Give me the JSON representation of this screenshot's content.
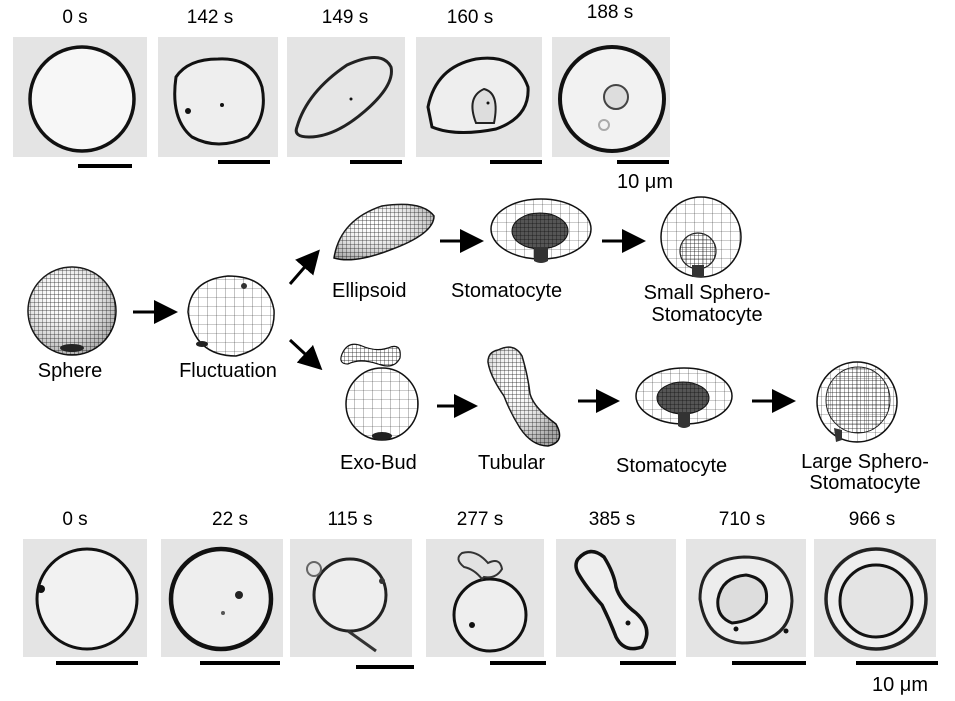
{
  "top_series": {
    "times": [
      "0 s",
      "142 s",
      "149 s",
      "160 s",
      "188 s"
    ],
    "scale_label": "10 μm"
  },
  "bottom_series": {
    "times": [
      "0 s",
      "22 s",
      "115 s",
      "277 s",
      "385 s",
      "710 s",
      "966 s"
    ],
    "scale_label": "10 μm"
  },
  "models": {
    "sphere": "Sphere",
    "fluctuation": "Fluctuation",
    "ellipsoid": "Ellipsoid",
    "stomatocyte_top": "Stomatocyte",
    "small_sphero": "Small Sphero-\nStomatocyte",
    "exo_bud": "Exo-Bud",
    "tubular": "Tubular",
    "stomatocyte_bottom": "Stomatocyte",
    "large_sphero": "Large Sphero-\nStomatocyte"
  }
}
